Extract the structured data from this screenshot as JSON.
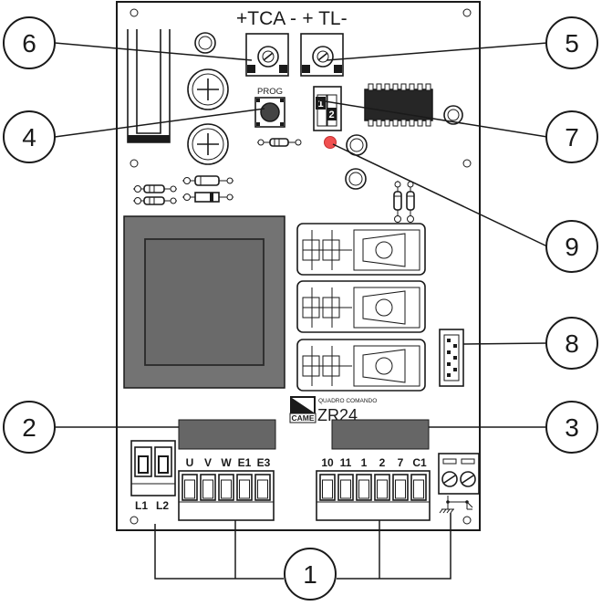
{
  "pots": [
    {
      "label": "+TCA -",
      "callout": "6"
    },
    {
      "label": "+ TL-",
      "callout": "5"
    }
  ],
  "prog_label": "PROG",
  "jumper_labels": [
    "1",
    "2"
  ],
  "logo_text": "CAME",
  "board_caption": "QUADRO COMANDO",
  "board_model": "ZR24",
  "terminals_left": [
    "L1",
    "L2"
  ],
  "terminals_motor": [
    "U",
    "V",
    "W",
    "E1",
    "E3"
  ],
  "terminals_control": [
    "10",
    "11",
    "1",
    "2",
    "7",
    "C1"
  ],
  "callouts": [
    "1",
    "2",
    "3",
    "4",
    "5",
    "6",
    "7",
    "8",
    "9"
  ],
  "colors": {
    "led": "#f05050",
    "transformer": "#737373",
    "label_block": "#666666"
  }
}
